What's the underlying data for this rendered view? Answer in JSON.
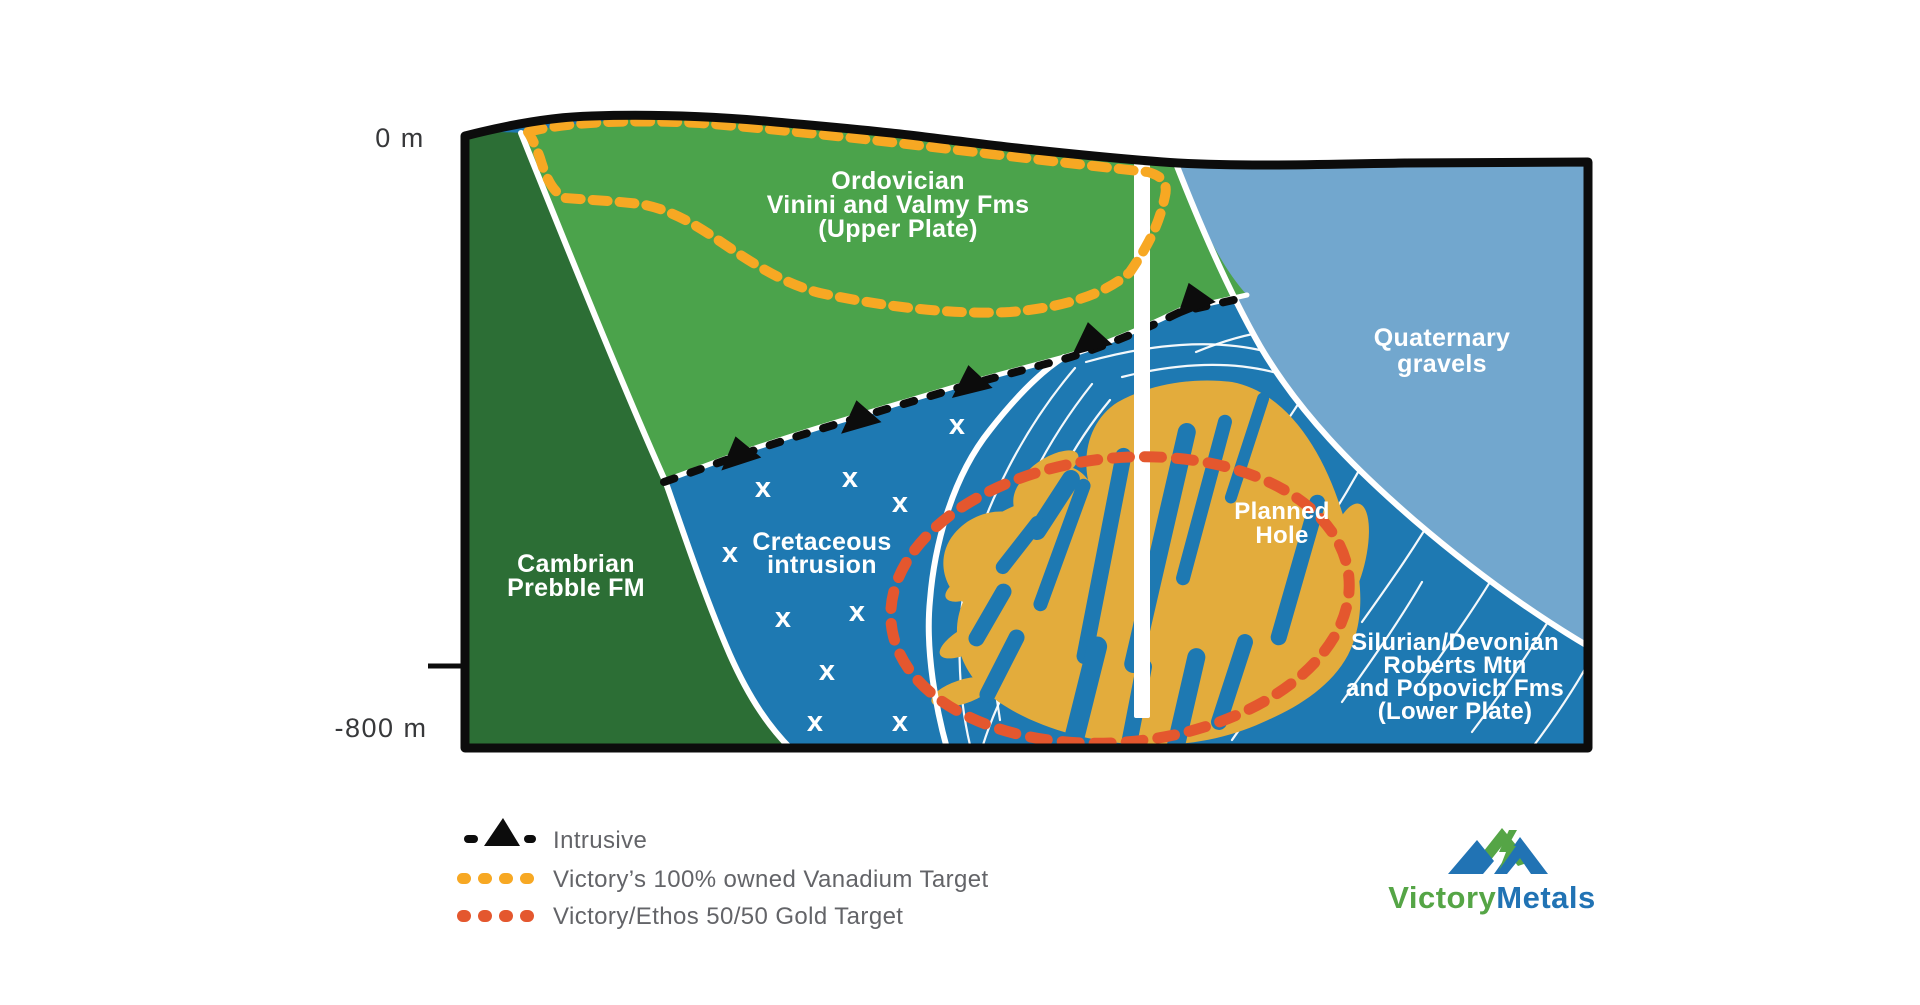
{
  "figure": {
    "axis": {
      "top_label": "0 m",
      "bottom_label": "-800 m"
    },
    "regions": {
      "ordovician": {
        "lines": [
          "Ordovician",
          "Vinini and Valmy Fms",
          "(Upper Plate)"
        ]
      },
      "quaternary": {
        "lines": [
          "Quaternary",
          "gravels"
        ]
      },
      "cambrian": {
        "lines": [
          "Cambrian",
          "Prebble FM"
        ]
      },
      "cretaceous": {
        "lines": [
          "Cretaceous",
          "intrusion"
        ]
      },
      "silurian": {
        "lines": [
          "Silurian/Devonian",
          "Roberts Mtn",
          "and Popovich Fms",
          "(Lower Plate)"
        ]
      },
      "planned_hole": {
        "lines": [
          "Planned",
          "Hole"
        ]
      }
    },
    "x_symbol": "x",
    "legend": [
      {
        "symbol": "intrusive-triangle-dash",
        "label": "Intrusive"
      },
      {
        "symbol": "yellow-dashes",
        "label": "Victory’s 100% owned Vanadium Target"
      },
      {
        "symbol": "orange-dashes",
        "label": "Victory/Ethos 50/50 Gold Target"
      }
    ],
    "logo": {
      "word1": "Victory",
      "word2": "Metals"
    },
    "colors": {
      "upper_plate_green": "#4BA34B",
      "cambrian_green": "#2C6E35",
      "intrusion_blue": "#1E79B2",
      "quaternary_blue": "#72A7CE",
      "gold": "#E3AC3C",
      "vanadium_dash": "#F7A823",
      "gold_target_dash": "#E4572E",
      "outline_black": "#0c0c0c",
      "legend_text": "#636468",
      "logo_green": "#55A546",
      "logo_blue": "#2173B4"
    }
  }
}
